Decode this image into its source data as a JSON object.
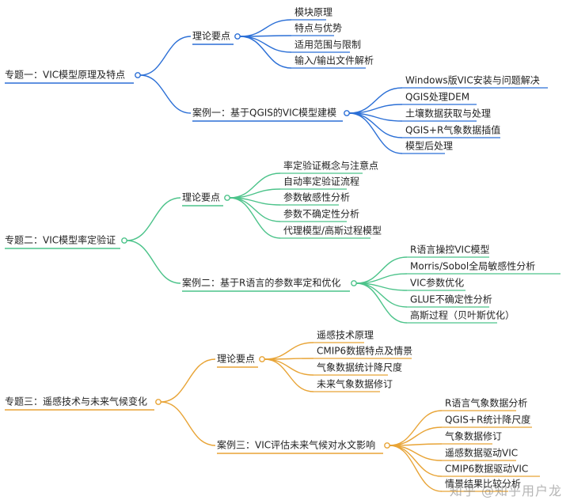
{
  "colors": {
    "blue": "#2b6fd6",
    "green": "#4cc38a",
    "orange": "#e8a436",
    "text": "#222222"
  },
  "watermark": "知乎 @知乎用户龙",
  "topics": [
    {
      "label": "专题一：VIC模型原理及特点",
      "color": "blue",
      "branches": [
        {
          "label": "理论要点",
          "leaves": [
            "模块原理",
            "特点与优势",
            "适用范围与限制",
            "输入/输出文件解析"
          ]
        },
        {
          "label": "案例一：基于QGIS的VIC模型建模",
          "leaves": [
            "Windows版VIC安装与问题解决",
            "QGIS处理DEM",
            "土壤数据获取与处理",
            "QGIS+R气象数据插值",
            "模型后处理"
          ]
        }
      ]
    },
    {
      "label": "专题二：VIC模型率定验证",
      "color": "green",
      "branches": [
        {
          "label": "理论要点",
          "leaves": [
            "率定验证概念与注意点",
            "自动率定验证流程",
            "参数敏感性分析",
            "参数不确定性分析",
            "代理模型/高斯过程模型"
          ]
        },
        {
          "label": "案例二：基于R语言的参数率定和优化",
          "leaves": [
            "R语言操控VIC模型",
            "Morris/Sobol全局敏感性分析",
            "VIC参数优化",
            "GLUE不确定性分析",
            "高斯过程（贝叶斯优化）"
          ]
        }
      ]
    },
    {
      "label": "专题三：遥感技术与未来气候变化",
      "color": "orange",
      "branches": [
        {
          "label": "理论要点",
          "leaves": [
            "遥感技术原理",
            "CMIP6数据特点及情景",
            "气象数据统计降尺度",
            "未来气象数据修订"
          ]
        },
        {
          "label": "案例三：VIC评估未来气候对水文影响",
          "leaves": [
            "R语言气象数据分析",
            "QGIS+R统计降尺度",
            "气象数据修订",
            "遥感数据驱动VIC",
            "CMIP6数据驱动VIC",
            "情景结果比较分析"
          ]
        }
      ]
    }
  ]
}
